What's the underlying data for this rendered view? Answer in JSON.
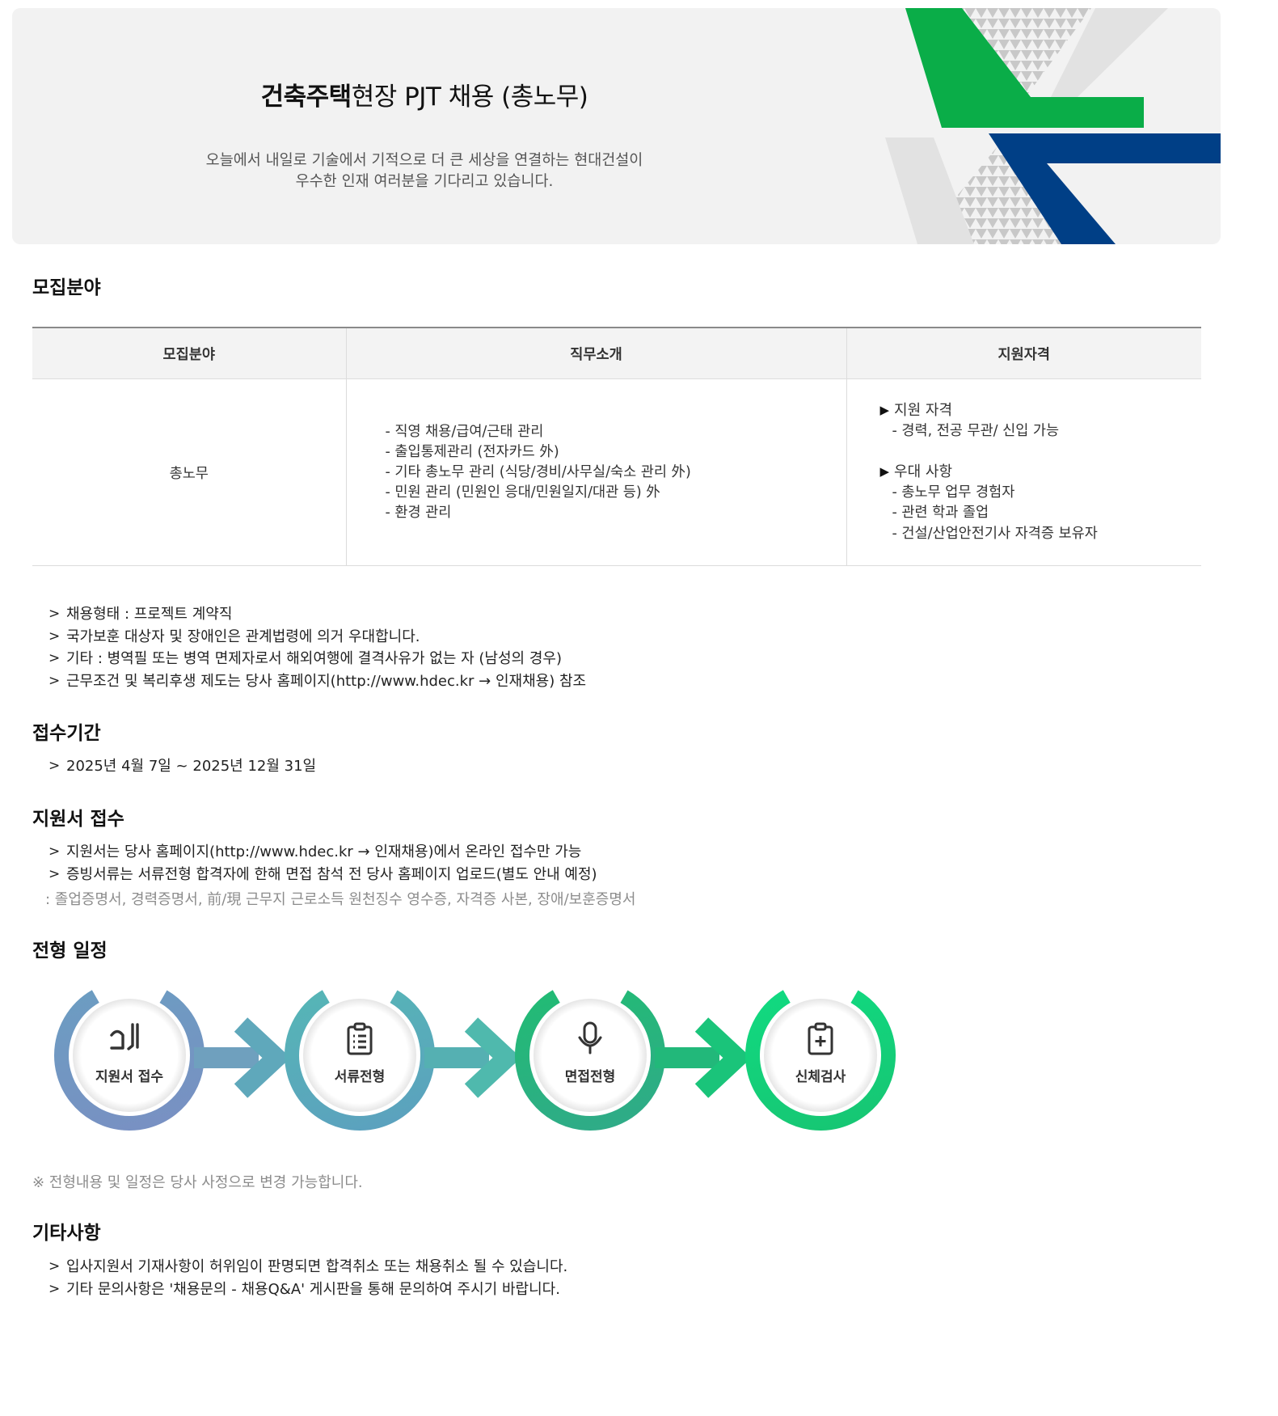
{
  "banner": {
    "title_bold": "건축주택",
    "title_rest": "현장 PJT 채용 (총노무)",
    "subtitle_line1": "오늘에서 내일로 기술에서 기적으로 더 큰 세상을 연결하는 현대건설이",
    "subtitle_line2": "우수한 인재 여러분을 기다리고 있습니다.",
    "colors": {
      "green": "#0aad48",
      "navy": "#003f86",
      "background": "#f2f2f2"
    }
  },
  "recruit": {
    "title": "모집분야",
    "headers": [
      "모집분야",
      "직무소개",
      "지원자격"
    ],
    "field": "총노무",
    "duties": [
      "- 직영 채용/급여/근태 관리",
      "- 출입통제관리 (전자카드 外)",
      "- 기타 총노무 관리 (식당/경비/사무실/숙소 관리 外)",
      "- 민원 관리 (민원인 응대/민원일지/대관 등) 外",
      "- 환경 관리"
    ],
    "qualification_title": "지원 자격",
    "qualification_items": [
      "- 경력, 전공 무관/ 신입 가능"
    ],
    "preference_title": "우대 사항",
    "preference_items": [
      "- 총노무 업무 경험자",
      "- 관련 학과 졸업",
      "- 건설/산업안전기사 자격증 보유자"
    ],
    "notes": [
      "채용형태 : 프로젝트 계약직",
      "국가보훈 대상자 및 장애인은 관계법령에 의거 우대합니다.",
      "기타 : 병역필 또는 병역 면제자로서 해외여행에 결격사유가 없는 자 (남성의 경우)",
      "근무조건 및 복리후생 제도는 당사 홈페이지(http://www.hdec.kr → 인재채용) 참조"
    ]
  },
  "period": {
    "title": "접수기간",
    "items": [
      "2025년 4월 7일 ~ 2025년 12월 31일"
    ]
  },
  "application": {
    "title": "지원서 접수",
    "items": [
      "지원서는 당사 홈페이지(http://www.hdec.kr → 인재채용)에서 온라인 접수만 가능",
      "증빙서류는 서류전형 합격자에 한해 면접 참석 전 당사 홈페이지 업로드(별도 안내 예정)"
    ],
    "note": ": 졸업증명서, 경력증명서, 前/現 근무지 근로소득 원천징수 영수증, 자격증 사본, 장애/보훈증명서"
  },
  "schedule": {
    "title": "전형 일정",
    "steps": [
      {
        "label": "지원서 접수",
        "icon": "pen-icon",
        "color": "#7990bf"
      },
      {
        "label": "서류전형",
        "icon": "clipboard-list-icon",
        "color": "#5aaebd"
      },
      {
        "label": "면접전형",
        "icon": "microphone-icon",
        "color": "#22b27c"
      },
      {
        "label": "신체검사",
        "icon": "clipboard-plus-icon",
        "color": "#1ad47a"
      }
    ],
    "note": "※ 전형내용 및 일정은 당사 사정으로 변경 가능합니다."
  },
  "etc": {
    "title": "기타사항",
    "items": [
      "입사지원서 기재사항이 허위임이 판명되면 합격취소 또는 채용취소 될 수 있습니다.",
      "기타 문의사항은 '채용문의 - 채용Q&A' 게시판을 통해 문의하여 주시기 바랍니다."
    ]
  }
}
